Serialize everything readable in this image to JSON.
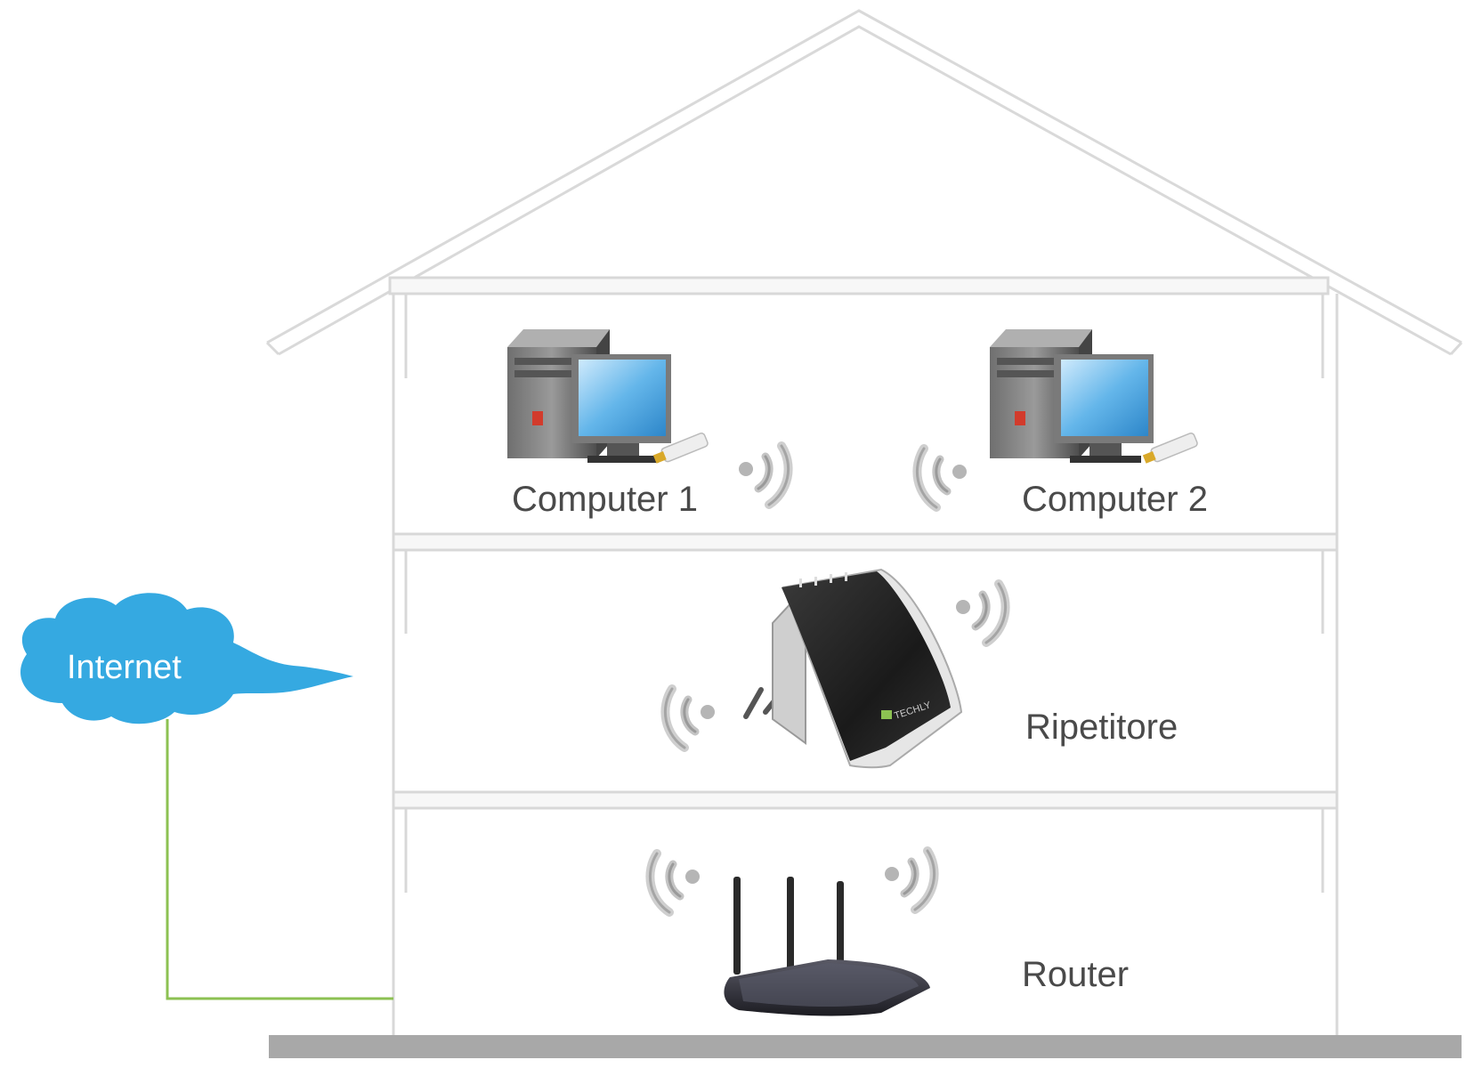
{
  "labels": {
    "computer1": "Computer 1",
    "computer2": "Computer 2",
    "repeater": "Ripetitore",
    "router": "Router",
    "internet": "Internet",
    "repeater_brand": "TECHLY"
  },
  "colors": {
    "cloud": "#35a9e1",
    "cable": "#8cc152",
    "wall": "#d8d8d8",
    "ground": "#a8a8a8",
    "device_dark": "#2b2b2b",
    "screen": "#5fb7ea"
  },
  "icons": [
    "cloud-icon",
    "computer-icon",
    "usb-adapter-icon",
    "repeater-icon",
    "router-icon",
    "wifi-signal-icon"
  ]
}
